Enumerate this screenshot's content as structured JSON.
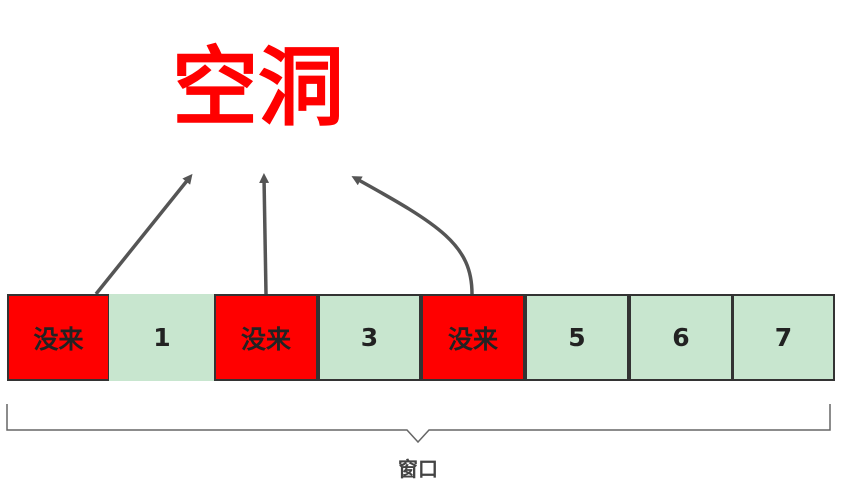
{
  "title": "空洞",
  "window_label": "窗口",
  "colors": {
    "missing": "#ff0000",
    "received": "#c8e6cf",
    "title": "#ff0000",
    "arrow": "#555555",
    "bracket": "#555555"
  },
  "cells": [
    {
      "label": "没来",
      "status": "missing"
    },
    {
      "label": "1",
      "status": "received"
    },
    {
      "label": "没来",
      "status": "missing"
    },
    {
      "label": "3",
      "status": "received"
    },
    {
      "label": "没来",
      "status": "missing"
    },
    {
      "label": "5",
      "status": "received"
    },
    {
      "label": "6",
      "status": "received"
    },
    {
      "label": "7",
      "status": "received"
    }
  ]
}
